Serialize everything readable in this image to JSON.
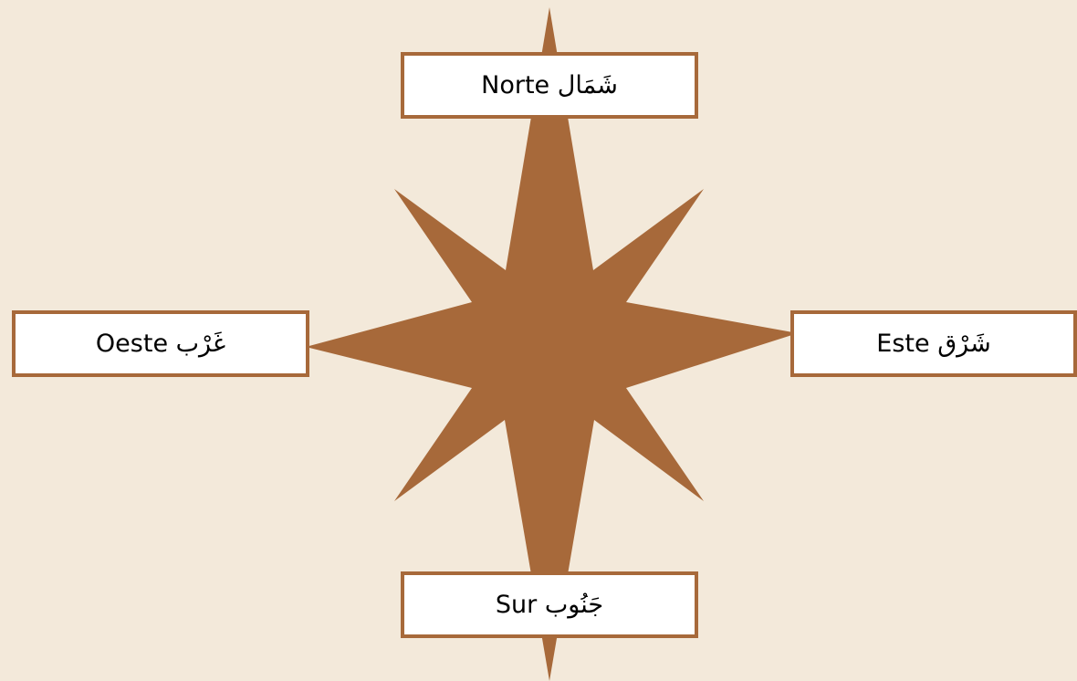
{
  "colors": {
    "background": "#F3E9DA",
    "star_fill": "#A7693A",
    "box_border": "#A7693A",
    "box_fill": "#FFFFFF"
  },
  "labels": {
    "north": "Norte شَمَال",
    "west": "Oeste غَرْب",
    "east": "Este شَرْق",
    "south": "Sur جَنُوب"
  }
}
